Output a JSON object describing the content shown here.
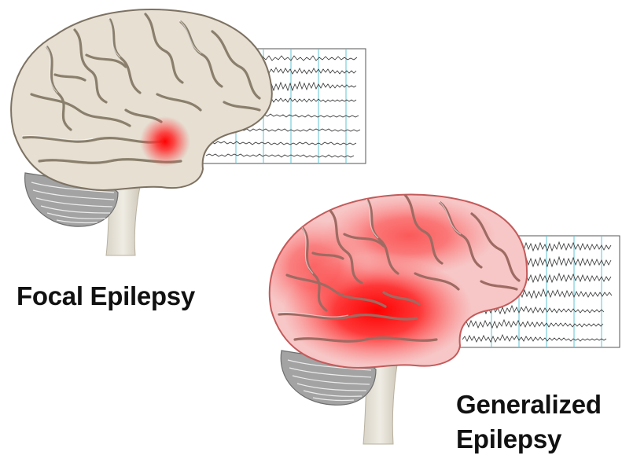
{
  "panels": [
    {
      "label": "Focal Epilepsy",
      "tint": "#e8e2d6",
      "fold": "#8a7f6c"
    },
    {
      "label_line1": "Generalized",
      "label_line2": "Epilepsy",
      "tint": "#f6c4c4",
      "fold": "#9e6b63"
    }
  ],
  "colors": {
    "seizure": "#ff1a1a",
    "eeg_line": "#333333",
    "eeg_grid": "#5fc6d6",
    "cerebellum": "#a8a8a8",
    "stem": "#e7e3da"
  },
  "icons": [
    "brain-illustration",
    "eeg-trace-chart"
  ]
}
